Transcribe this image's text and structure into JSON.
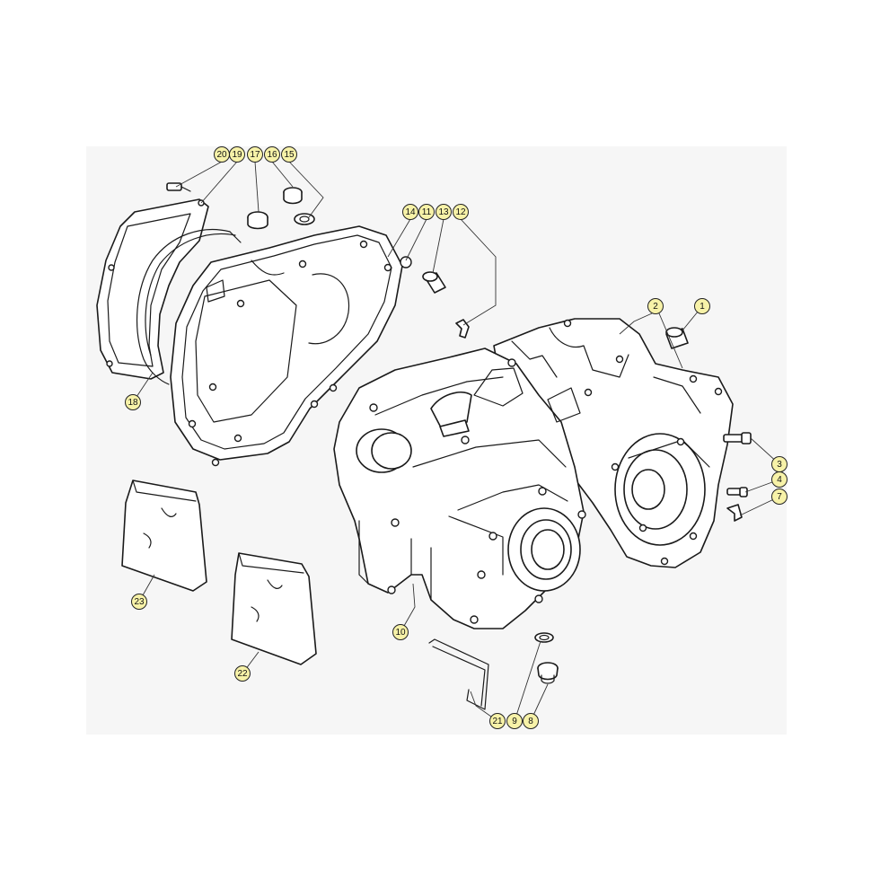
{
  "diagram": {
    "accent_color": "#f7f2a8",
    "callouts": [
      {
        "label": "20"
      },
      {
        "label": "19"
      },
      {
        "label": "17"
      },
      {
        "label": "16"
      },
      {
        "label": "15"
      },
      {
        "label": "14"
      },
      {
        "label": "11"
      },
      {
        "label": "13"
      },
      {
        "label": "12"
      },
      {
        "label": "2"
      },
      {
        "label": "1"
      },
      {
        "label": "18"
      },
      {
        "label": "3"
      },
      {
        "label": "4"
      },
      {
        "label": "7"
      },
      {
        "label": "23"
      },
      {
        "label": "22"
      },
      {
        "label": "10"
      },
      {
        "label": "21"
      },
      {
        "label": "9"
      },
      {
        "label": "8"
      }
    ]
  }
}
